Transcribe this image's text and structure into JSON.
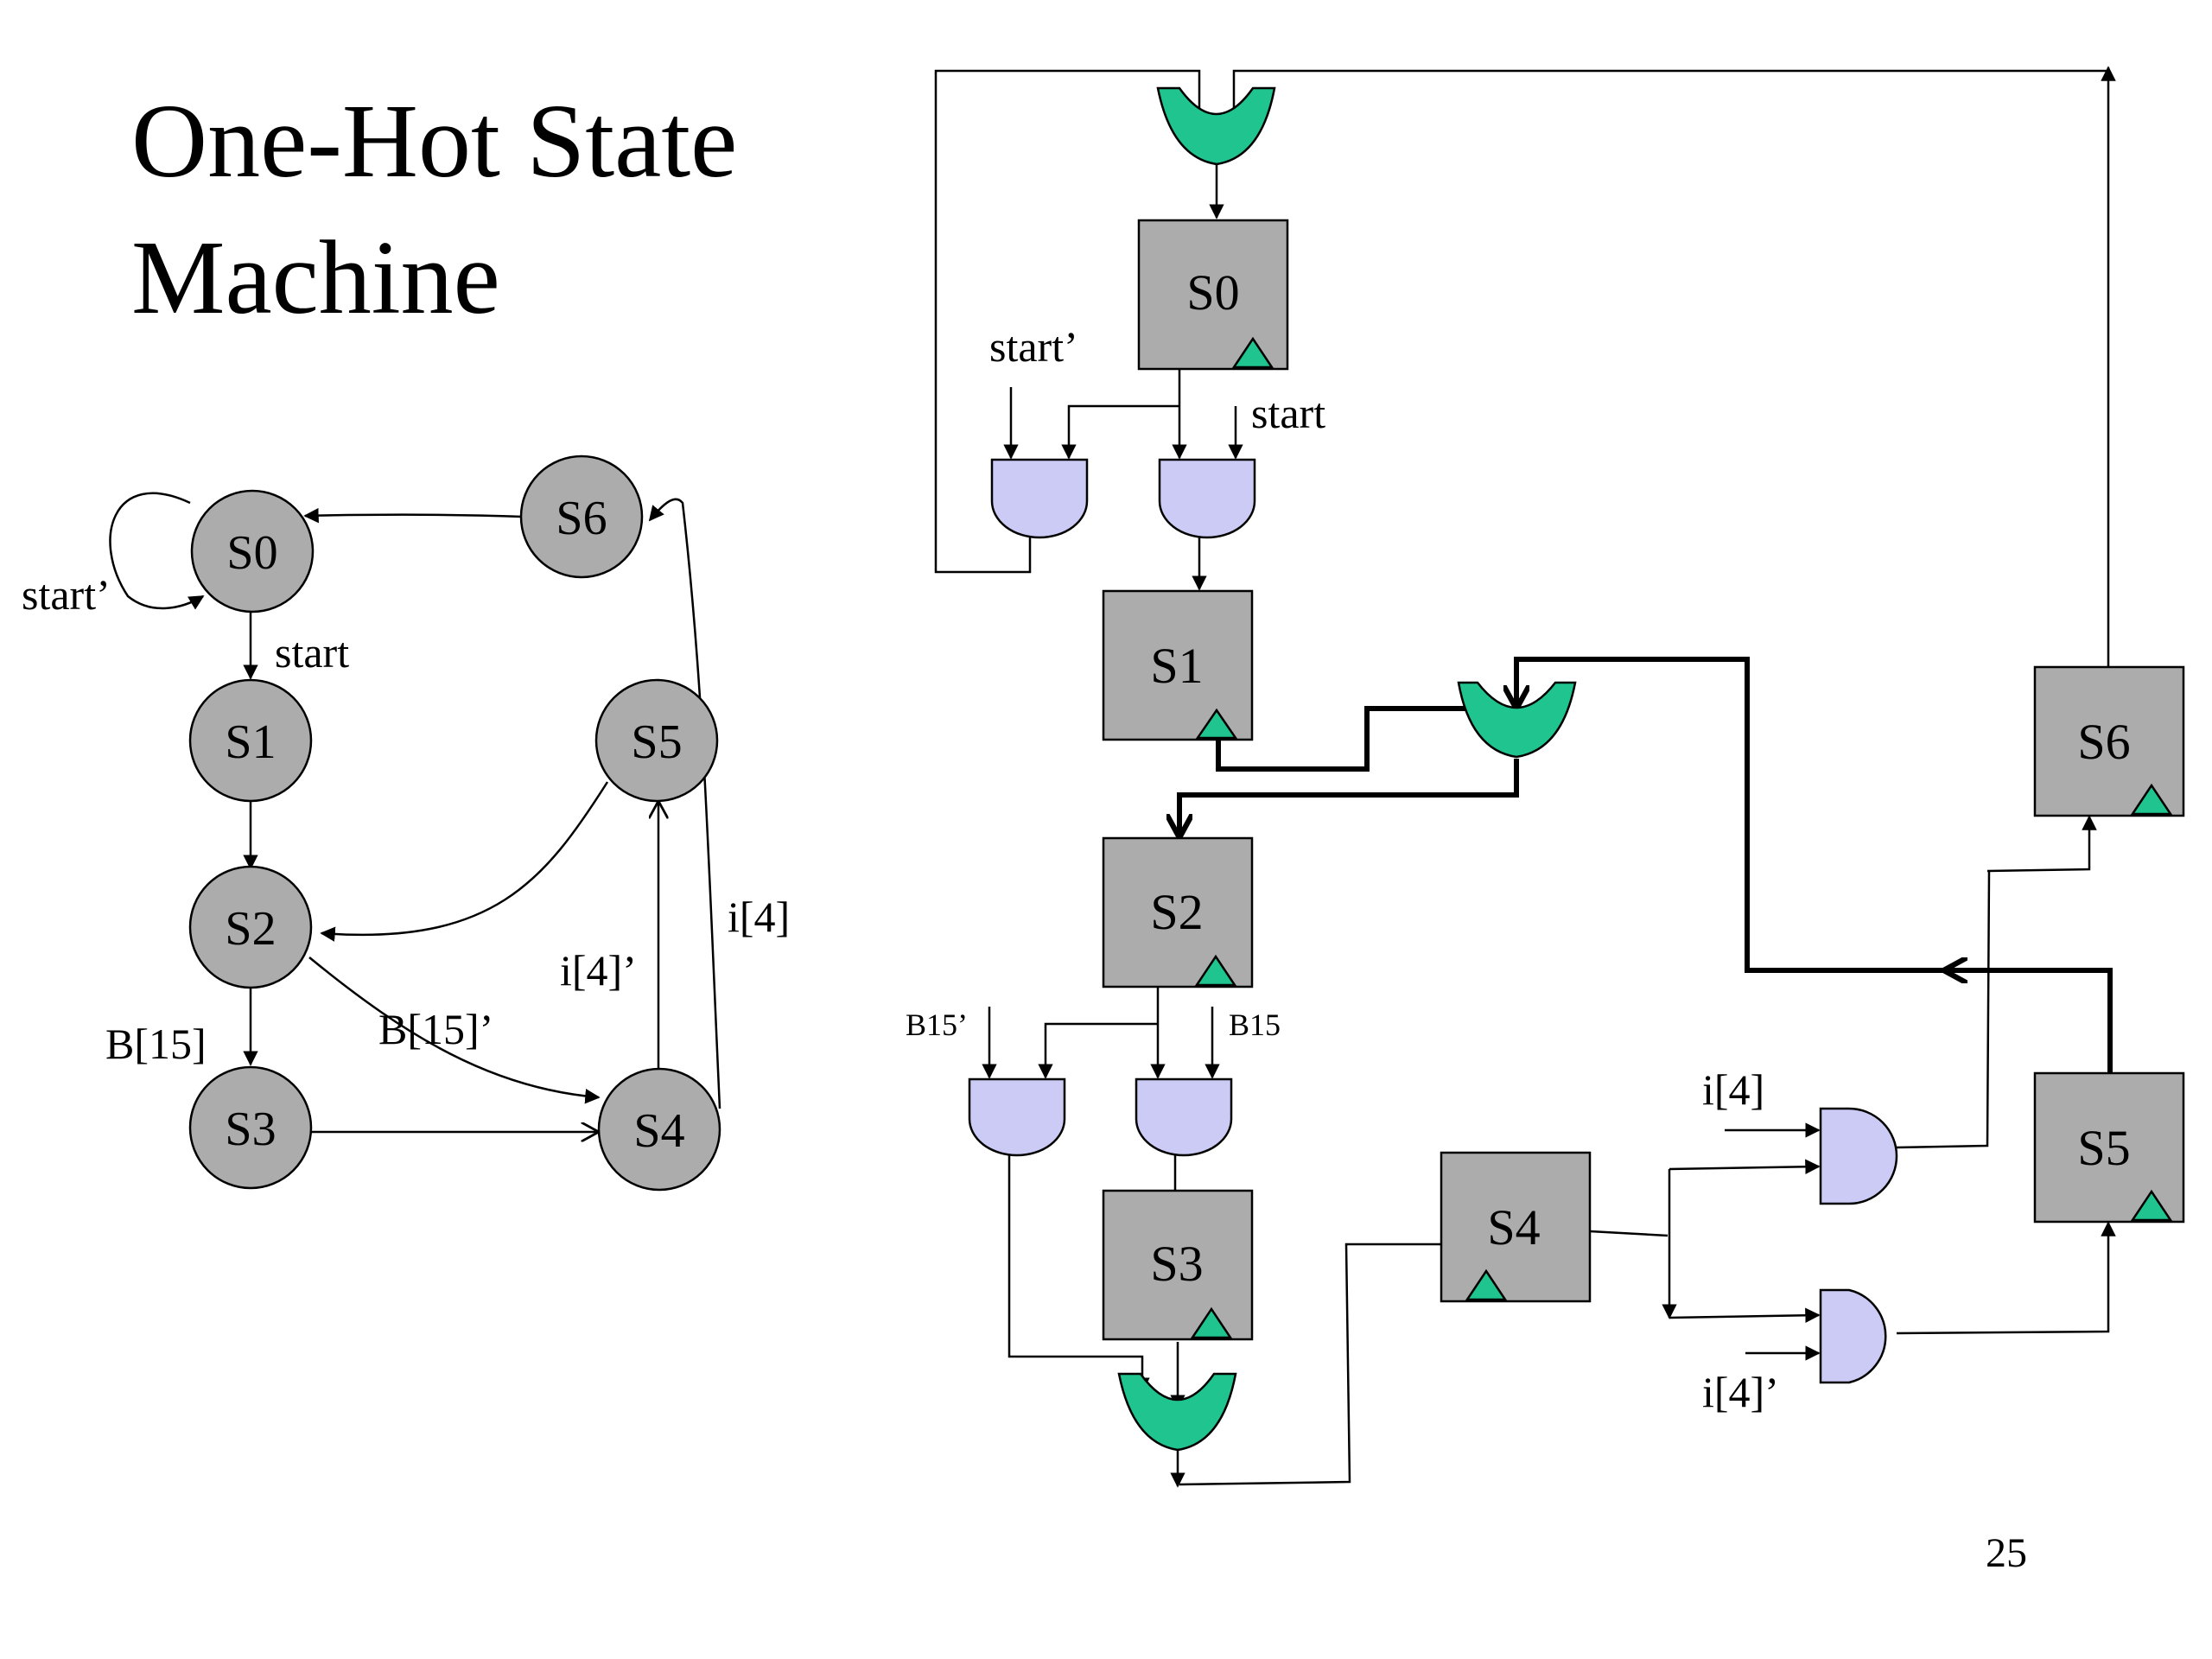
{
  "title": {
    "line1": "One-Hot State",
    "line2": "Machine"
  },
  "page_number": "25",
  "state_diagram": {
    "nodes": {
      "s0": "S0",
      "s1": "S1",
      "s2": "S2",
      "s3": "S3",
      "s4": "S4",
      "s5": "S5",
      "s6": "S6"
    },
    "labels": {
      "start_not": "start’",
      "start": "start",
      "b15": "B[15]",
      "b15_not": "B[15]’",
      "i4_not": "i[4]’",
      "i4": "i[4]"
    }
  },
  "circuit": {
    "registers": {
      "s0": "S0",
      "s1": "S1",
      "s2": "S2",
      "s3": "S3",
      "s4": "S4",
      "s5": "S5",
      "s6": "S6"
    },
    "labels": {
      "start_not": "start’",
      "start": "start",
      "b15_not": "B15’",
      "b15": "B15",
      "i4": "i[4]",
      "i4_not": "i[4]’"
    }
  },
  "colors": {
    "state_fill": "#acacac",
    "or_gate": "#1fc48f",
    "and_gate": "#cbcbf5",
    "clock_triangle": "#1fc48f"
  }
}
